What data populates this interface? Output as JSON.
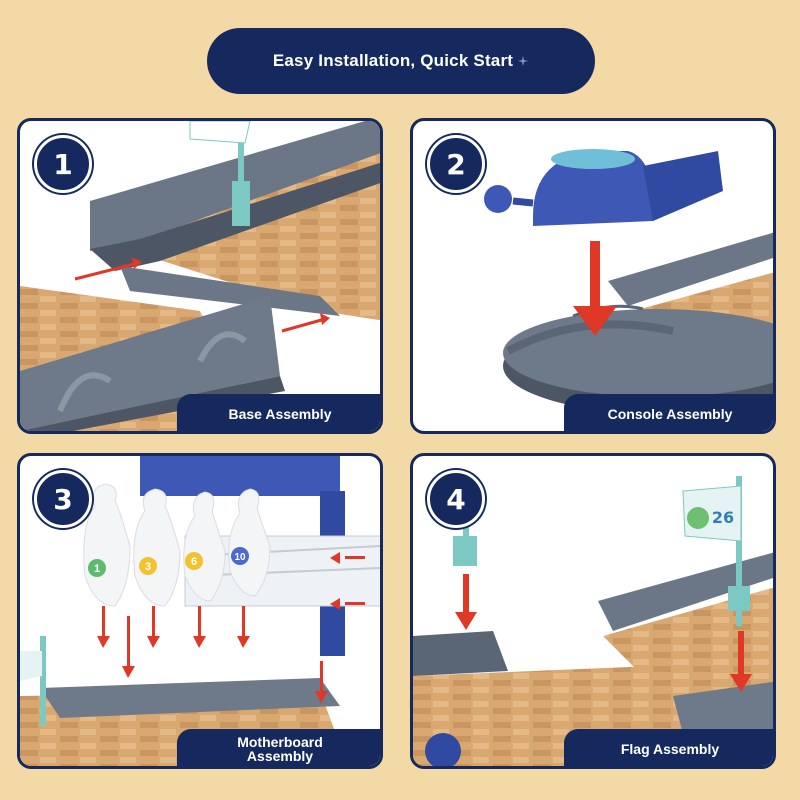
{
  "header": {
    "title": "Easy Installation, Quick Start"
  },
  "steps": [
    {
      "number": "1",
      "caption": "Base Assembly"
    },
    {
      "number": "2",
      "caption": "Console Assembly"
    },
    {
      "number": "3",
      "caption_line1": "Motherboard",
      "caption_line2": "Assembly",
      "pins": [
        "1",
        "3",
        "6",
        "10"
      ]
    },
    {
      "number": "4",
      "caption": "Flag Assembly",
      "flag_number": "26"
    }
  ],
  "colors": {
    "navy": "#15295e",
    "background": "#f3d9a6",
    "wood": "#d9a871",
    "rail": "#6b7786",
    "arrow": "#e03826",
    "console_blue": "#3d59b5",
    "teal": "#5fc1c0"
  },
  "icons": [
    "sparkle-icon",
    "red-arrow-icon",
    "bowling-pin-icon",
    "flag-icon"
  ]
}
